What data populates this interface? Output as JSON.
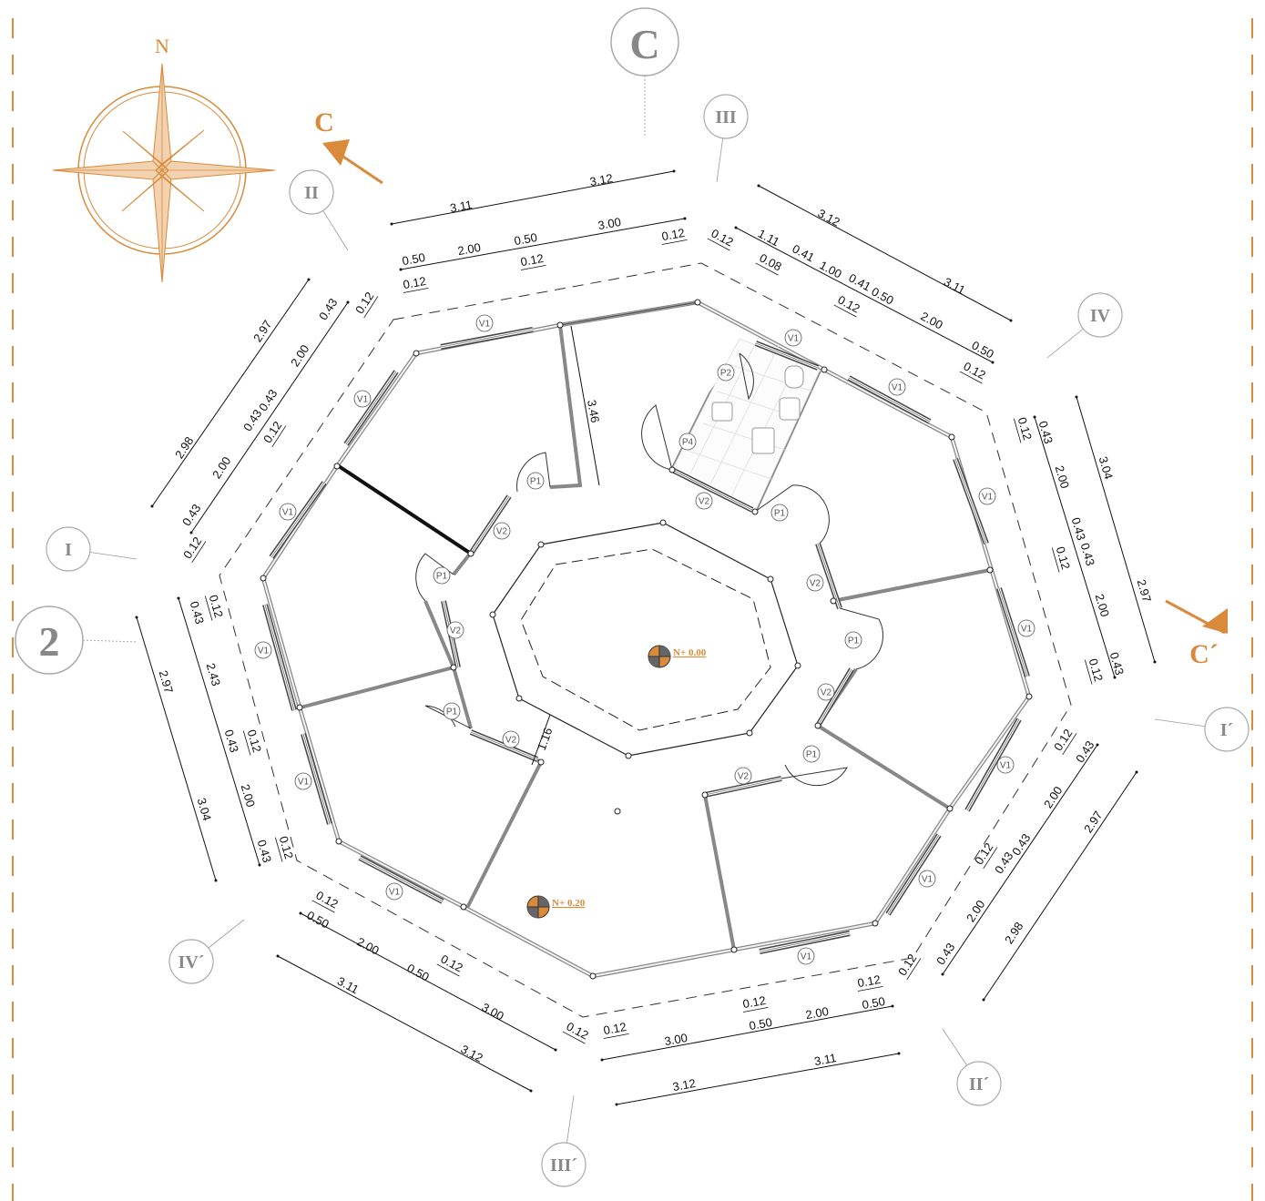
{
  "section_marks": {
    "start": "C",
    "end": "C´"
  },
  "compass": {
    "north": "N",
    "accent": "#d98a3a"
  },
  "grid_bubbles": {
    "big": [
      "C",
      "2"
    ],
    "roman": [
      "I",
      "II",
      "III",
      "IV",
      "I´",
      "II´",
      "III´",
      "IV´"
    ]
  },
  "levels": {
    "inner": "N+ 0.00",
    "outer": "N+ 0.20"
  },
  "interior_dims": {
    "corridor_depth": "3.46",
    "inner_ring_gap": "1.16"
  },
  "tags": {
    "window_outer": "V1",
    "window_inner": "V2",
    "door_room": "P1",
    "door_bath": "P2",
    "door_service": "P4"
  },
  "dims": {
    "top": {
      "overall": [
        "3.11",
        "3.12"
      ],
      "detail": [
        "0.50",
        "2.00",
        "0.50",
        "3.00"
      ],
      "wall": [
        "0.12",
        "0.12",
        "0.12"
      ]
    },
    "top_right": {
      "overall": [
        "3.12",
        "3.11"
      ],
      "detail": [
        "1.11",
        "0.41",
        "1.00",
        "0.41",
        "0.50",
        "2.00",
        "0.50"
      ],
      "wall": [
        "0.12",
        "0.08",
        "0.12",
        "0.12"
      ]
    },
    "right": {
      "overall": [
        "3.04",
        "2.97"
      ],
      "detail": [
        "0.43",
        "2.00",
        "0.43",
        "0.43",
        "2.00",
        "0.43"
      ],
      "wall": [
        "0.12",
        "0.12",
        "0.12"
      ]
    },
    "bottom_right": {
      "overall": [
        "2.97",
        "2.98"
      ],
      "detail": [
        "0.43",
        "2.00",
        "0.43",
        "0.43",
        "2.00",
        "0.43"
      ],
      "wall": [
        "0.12",
        "0.12",
        "0.12"
      ]
    },
    "bottom": {
      "overall": [
        "3.12",
        "3.11"
      ],
      "detail": [
        "3.00",
        "0.50",
        "2.00",
        "0.50"
      ],
      "wall": [
        "0.12",
        "0.12",
        "0.12"
      ]
    },
    "bottom_left": {
      "overall": [
        "3.11",
        "3.12"
      ],
      "detail": [
        "0.50",
        "2.00",
        "0.50",
        "3.00"
      ],
      "wall": [
        "0.12",
        "0.12",
        "0.12"
      ]
    },
    "left": {
      "overall": [
        "2.97",
        "3.04"
      ],
      "detail": [
        "0.43",
        "2.43",
        "0.43",
        "2.00",
        "0.43"
      ],
      "wall": [
        "0.12",
        "0.12",
        "0.12"
      ]
    },
    "top_left": {
      "overall": [
        "2.98",
        "2.97"
      ],
      "detail": [
        "0.43",
        "2.00",
        "0.43",
        "0.43",
        "2.00",
        "0.43"
      ],
      "wall": [
        "0.12",
        "0.12",
        "0.12"
      ]
    }
  }
}
